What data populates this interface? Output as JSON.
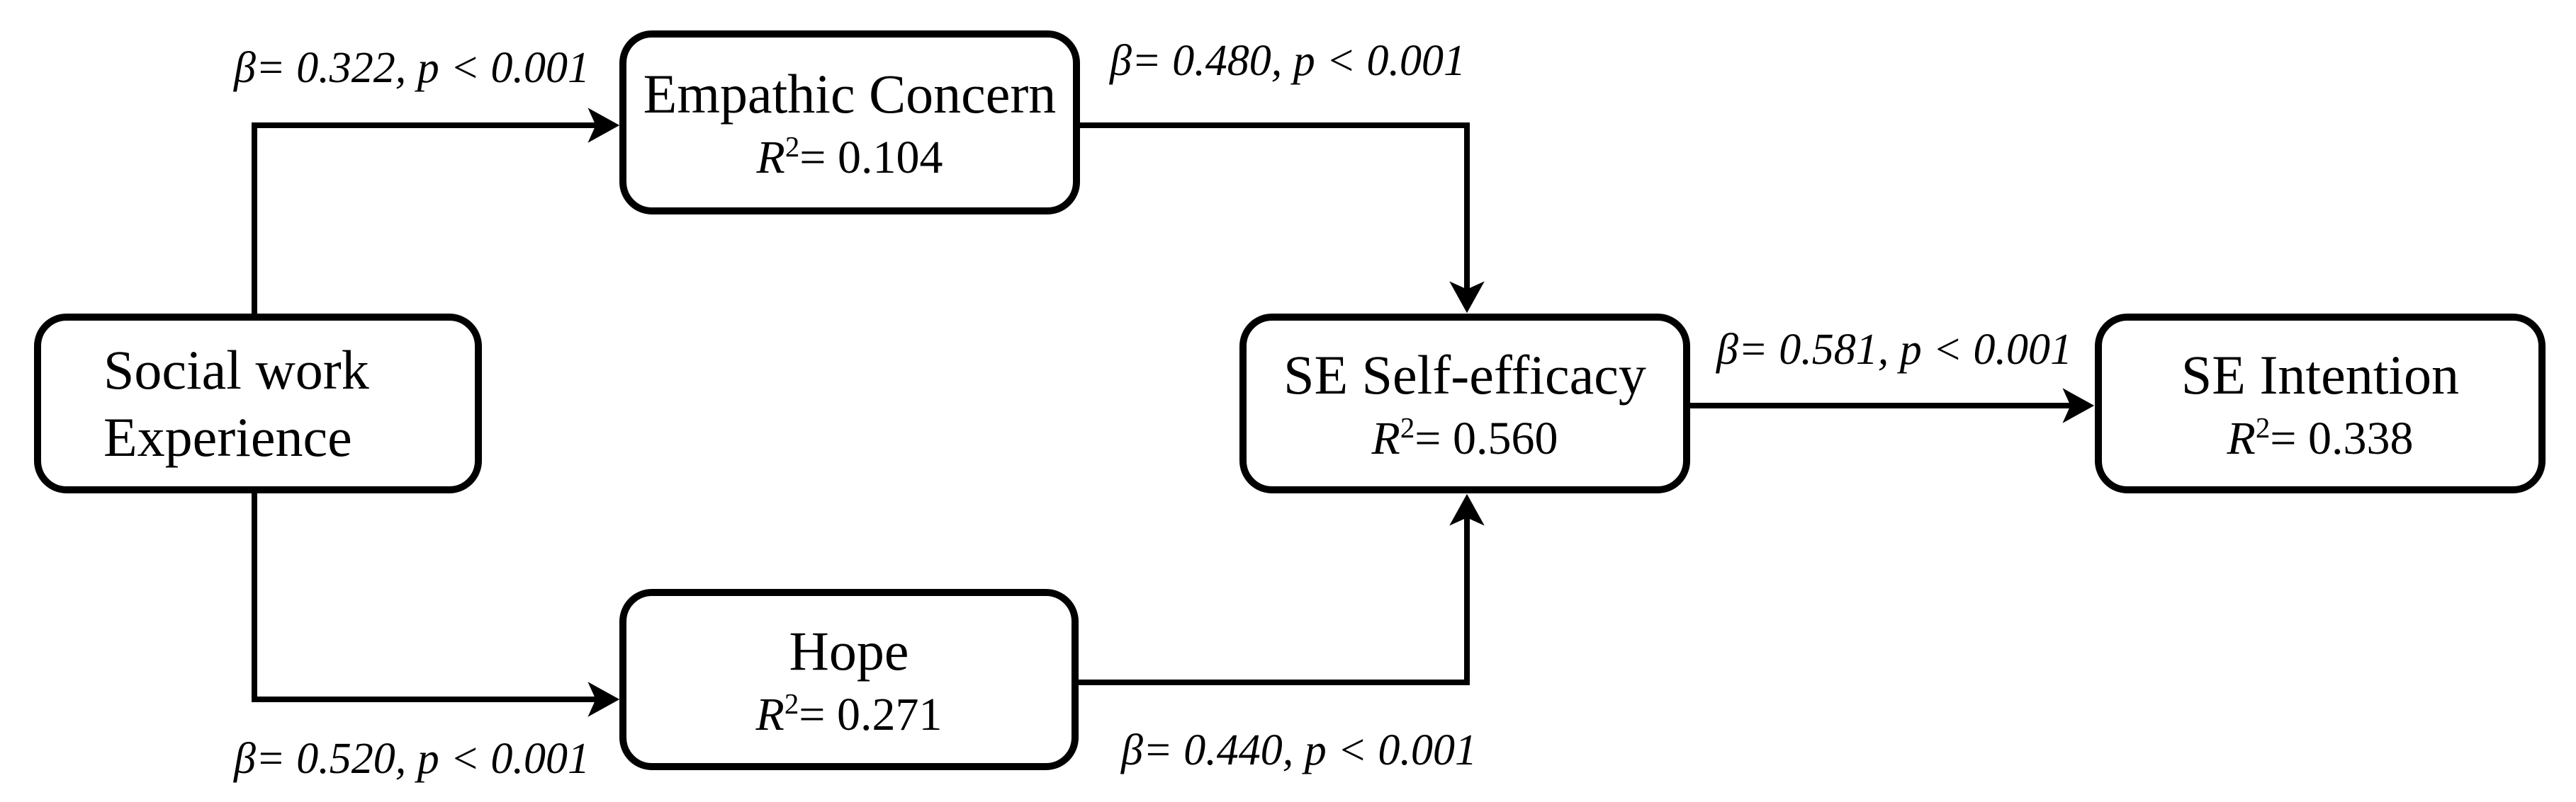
{
  "diagram": {
    "background_color": "#ffffff",
    "line_color": "#000000",
    "text_color": "#000000"
  },
  "nodes": {
    "social": {
      "line1": "Social work",
      "line2": "Experience"
    },
    "empathic": {
      "title": "Empathic Concern",
      "r2_base": "R",
      "r2_sup": "2",
      "r2_rest": "= 0.104"
    },
    "hope": {
      "title": "Hope",
      "r2_base": "R",
      "r2_sup": "2",
      "r2_rest": "= 0.271"
    },
    "se_efficacy": {
      "title": "SE Self-efficacy",
      "r2_base": "R",
      "r2_sup": "2",
      "r2_rest": "= 0.560"
    },
    "se_intention": {
      "title": "SE Intention",
      "r2_base": "R",
      "r2_sup": "2",
      "r2_rest": "= 0.338"
    }
  },
  "edges": [
    {
      "from": "Social work Experience",
      "to": "Empathic Concern",
      "label": "β= 0.322, p < 0.001"
    },
    {
      "from": "Empathic Concern",
      "to": "SE Self-efficacy",
      "label": "β= 0.480, p < 0.001"
    },
    {
      "from": "Social work Experience",
      "to": "Hope",
      "label": "β= 0.520, p < 0.001"
    },
    {
      "from": "Hope",
      "to": "SE Self-efficacy",
      "label": "β= 0.440, p < 0.001"
    },
    {
      "from": "SE Self-efficacy",
      "to": "SE Intention",
      "label": "β= 0.581, p < 0.001"
    }
  ]
}
